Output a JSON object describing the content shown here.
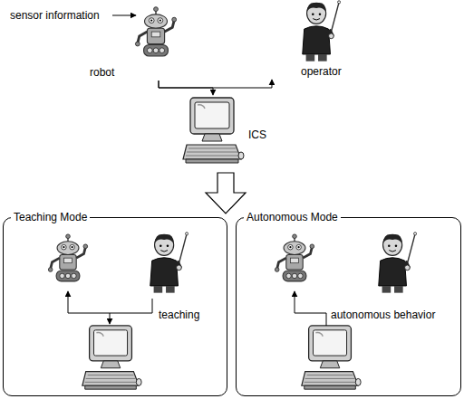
{
  "diagram": {
    "nodes": [
      {
        "text": [
          "robot"
        ]
      },
      {
        "text": [
          "operator"
        ]
      },
      {
        "text": [
          "ICS"
        ]
      },
      {
        "text": [
          "Teaching Mode"
        ]
      },
      {
        "text": [
          "Autonomous Mode"
        ]
      }
    ],
    "edges": [
      {
        "from": 0,
        "to": 1,
        "arrow": "to"
      },
      {
        "from": 0,
        "to": 2,
        "arrow": "to"
      }
    ],
    "labels": [
      "sensor information",
      "teaching",
      "autonomous behavior"
    ]
  }
}
